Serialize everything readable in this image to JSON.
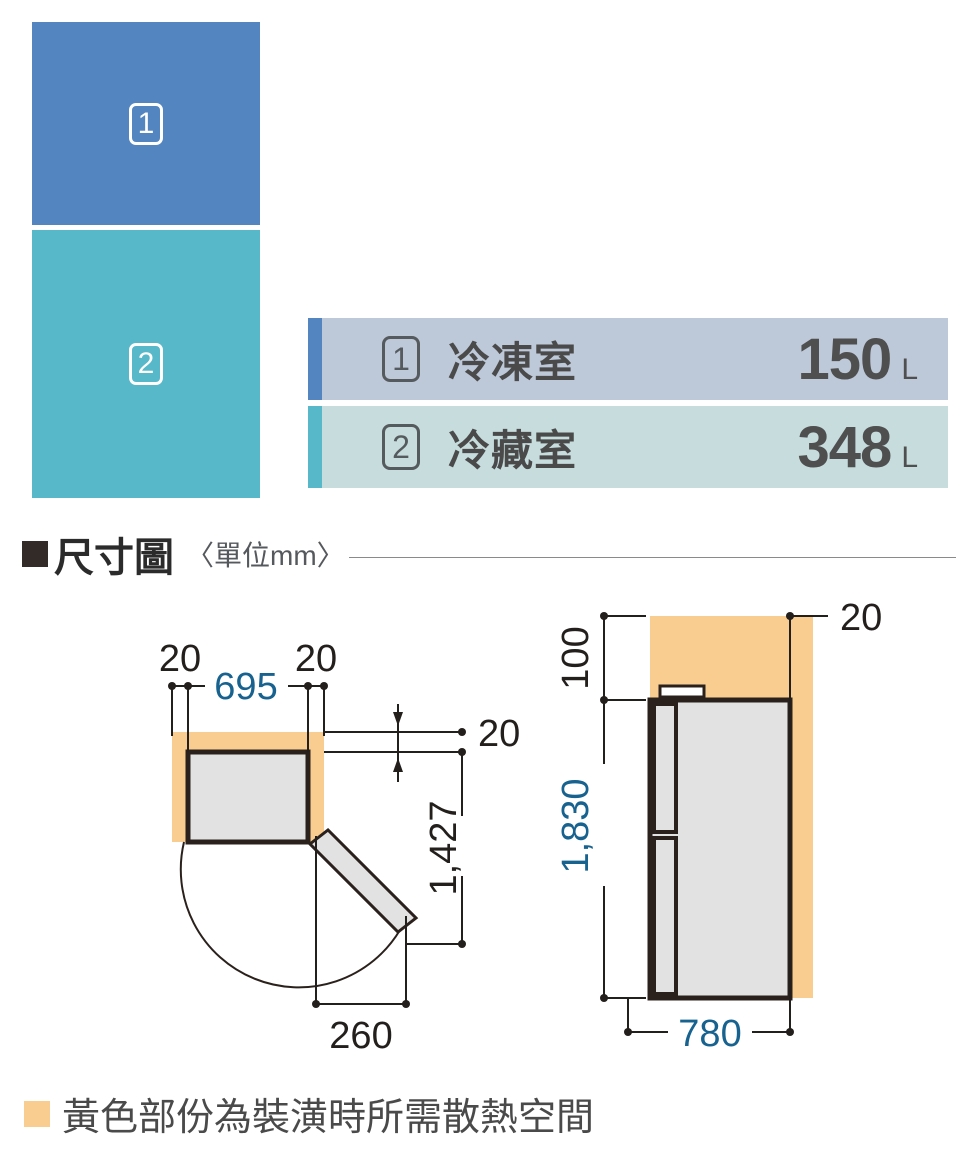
{
  "product_blocks": [
    {
      "name": "freezer",
      "badge": "1",
      "color": "#5385c0"
    },
    {
      "name": "fridge",
      "badge": "2",
      "color": "#57b8c9"
    }
  ],
  "capacity_table": {
    "rows": [
      {
        "badge": "1",
        "label": "冷凍室",
        "value": "150",
        "unit": "L",
        "accent": "#5385c0",
        "background": "#bdc8d8"
      },
      {
        "badge": "2",
        "label": "冷藏室",
        "value": "348",
        "unit": "L",
        "accent": "#57b8c9",
        "background": "#c6dcdd"
      }
    ]
  },
  "dimension_section": {
    "marker": "■",
    "title": "尺寸圖",
    "unit_note": "〈單位mm〉"
  },
  "top_view": {
    "clearance_left": "20",
    "clearance_right": "20",
    "width": "695",
    "clearance_front": "20",
    "depth_total": "1,427",
    "door_projection": "260"
  },
  "side_view": {
    "clearance_top": "100",
    "clearance_side": "20",
    "height": "1,830",
    "width": "780"
  },
  "footnote": {
    "text": "黃色部份為裝潢時所需散熱空間",
    "swatch_color": "#f8cd8f"
  },
  "colors": {
    "blue_dim_text": "#17628f",
    "black_dim_text": "#231f1c",
    "heat_space_yellow": "#f8cd8f",
    "body_gray": "#e2e2e2",
    "outline_dark": "#2b211c"
  }
}
